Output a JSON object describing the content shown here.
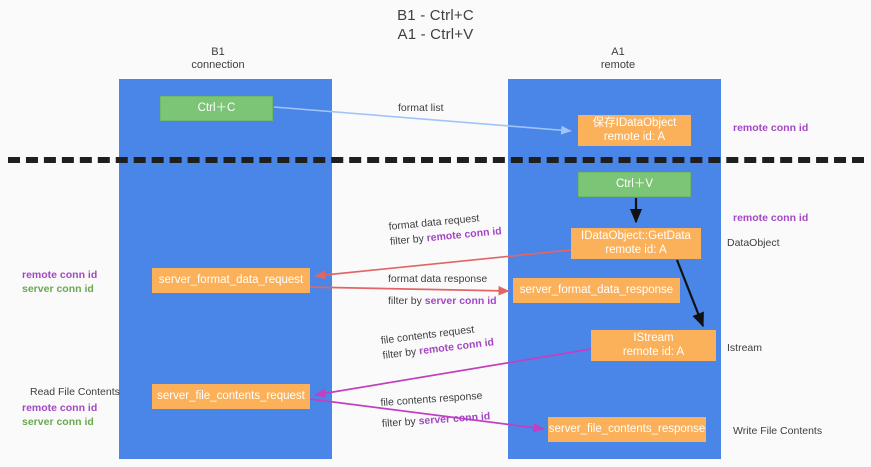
{
  "title": {
    "line1": "B1 - Ctrl+C",
    "line2": "A1 - Ctrl+V"
  },
  "columns": [
    {
      "name": "B1",
      "role": "connection"
    },
    {
      "name": "A1",
      "role": "remote"
    }
  ],
  "boxes": {
    "ctrl_c": {
      "label": "Ctrl＋C",
      "color": "#7cc576"
    },
    "save_idataobject": {
      "line1": "保存IDataObject",
      "line2": "remote id: A",
      "color": "#fbb05a"
    },
    "ctrl_v": {
      "label": "Ctrl＋V",
      "color": "#7cc576"
    },
    "getdata": {
      "line1": "IDataObject::GetData",
      "line2": "remote id: A",
      "color": "#fbb05a"
    },
    "server_format_data_request": {
      "label": "server_format_data_request",
      "color": "#fbb05a"
    },
    "server_format_data_response": {
      "label": "server_format_data_response",
      "color": "#fbb05a"
    },
    "istream": {
      "line1": "IStream",
      "line2": "remote id: A",
      "color": "#fbb05a"
    },
    "server_file_contents_request": {
      "label": "server_file_contents_request",
      "color": "#fbb05a"
    },
    "server_file_contents_response": {
      "label": "server_file_contents_response",
      "color": "#fbb05a"
    }
  },
  "edges": {
    "format_list": {
      "label": "format list",
      "color": "#9fc5f8"
    },
    "format_data_request": {
      "label": "format data request",
      "filter_prefix": "filter by ",
      "filter_key": "remote conn id",
      "color": "#e06666"
    },
    "format_data_response": {
      "label": "format data response",
      "filter_prefix": "filter by ",
      "filter_key": "server conn id",
      "color": "#e06666"
    },
    "file_contents_request": {
      "label": "file contents request",
      "filter_prefix": "filter by ",
      "filter_key": "remote conn id",
      "color": "#c23fc2"
    },
    "file_contents_response": {
      "label": "file contents response",
      "filter_prefix": "filter by ",
      "filter_key": "server conn id",
      "color": "#c23fc2"
    }
  },
  "annotations": {
    "right_remote_conn_id_1": "remote conn id",
    "right_remote_conn_id_2": "remote conn id",
    "right_dataobject": "DataObject",
    "right_istream": "Istream",
    "right_write_file_contents": "Write File Contents",
    "left_remote_conn_id": "remote conn id",
    "left_server_conn_id": "server conn id",
    "left_read_file_contents": "Read File Contents",
    "left_remote_conn_id_2": "remote conn id",
    "left_server_conn_id_2": "server conn id"
  },
  "colors": {
    "lane": "#4a86e8",
    "green_box": "#7cc576",
    "orange_box": "#fbb05a",
    "purple_text": "#a347c4",
    "green_text": "#6aa84f",
    "divider": "#1f1f1f",
    "background": "#fafafa"
  }
}
